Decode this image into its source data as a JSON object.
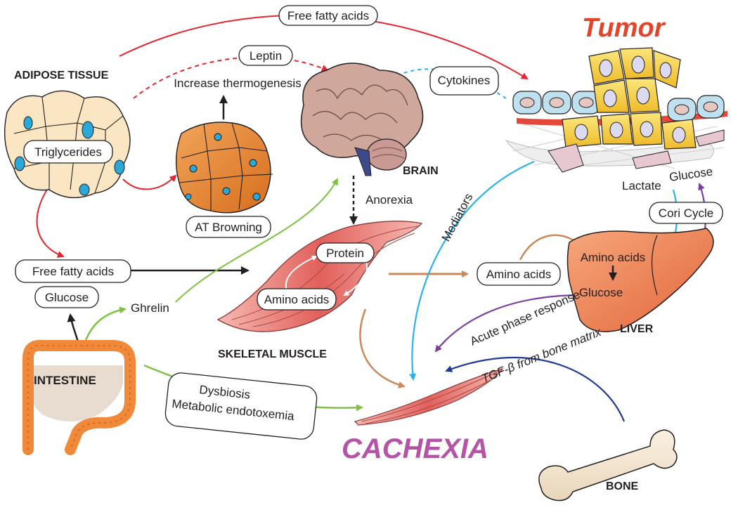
{
  "regions": {
    "adipose_tissue": "ADIPOSE TISSUE",
    "brain": "BRAIN",
    "tumor": "Tumor",
    "skeletal_muscle": "SKELETAL MUSCLE",
    "liver": "LIVER",
    "intestine": "INTESTINE",
    "cachexia": "CACHEXIA",
    "bone": "BONE"
  },
  "labels": {
    "free_fatty_acids_top": "Free fatty acids",
    "leptin": "Leptin",
    "increase_thermogenesis": "Increase thermogenesis",
    "cytokines": "Cytokines",
    "triglycerides": "Triglycerides",
    "at_browning": "AT Browning",
    "anorexia": "Anorexia",
    "free_fatty_acids_left": "Free fatty acids",
    "glucose_left": "Glucose",
    "ghrelin": "Ghrelin",
    "protein": "Protein",
    "amino_acids_muscle": "Amino acids",
    "amino_acids_mid": "Amino acids",
    "mediators": "Mediators",
    "lactate": "Lactate",
    "glucose_tumor": "Glucose",
    "cori_cycle": "Cori Cycle",
    "amino_acids_liver": "Amino acids",
    "glucose_liver": "Glucose",
    "acute_phase_response": "Acute phase response",
    "tgf_beta": "TGF-β from bone matrix",
    "dysbiosis": "Dysbiosis",
    "metabolic_endotoxemia": "Metabolic endotoxemia"
  },
  "colors": {
    "red_arrow": "#e3262f",
    "cyan_arrow": "#28b4e6",
    "green_arrow": "#7dc242",
    "tan_arrow": "#c9895a",
    "purple_arrow": "#7b3fa0",
    "navy_arrow": "#1f3a93",
    "tumor_title": "#e2452a",
    "cachexia_title": "#b553a7",
    "adipocyte": "#fbe6c3",
    "brown_fat": "#e2862e",
    "nucleus_blue": "#2aa8d8",
    "muscle": "#e98a86",
    "liver": "#f08a57",
    "intestine": "#f08a3a",
    "tumor_cell": "#f7d54a",
    "brain": "#cfa79b"
  },
  "icons": [
    "adipose-tissue-icon",
    "brown-fat-icon",
    "brain-icon",
    "tumor-icon",
    "muscle-icon",
    "liver-icon",
    "intestine-icon",
    "cachexia-muscle-icon",
    "bone-icon"
  ]
}
